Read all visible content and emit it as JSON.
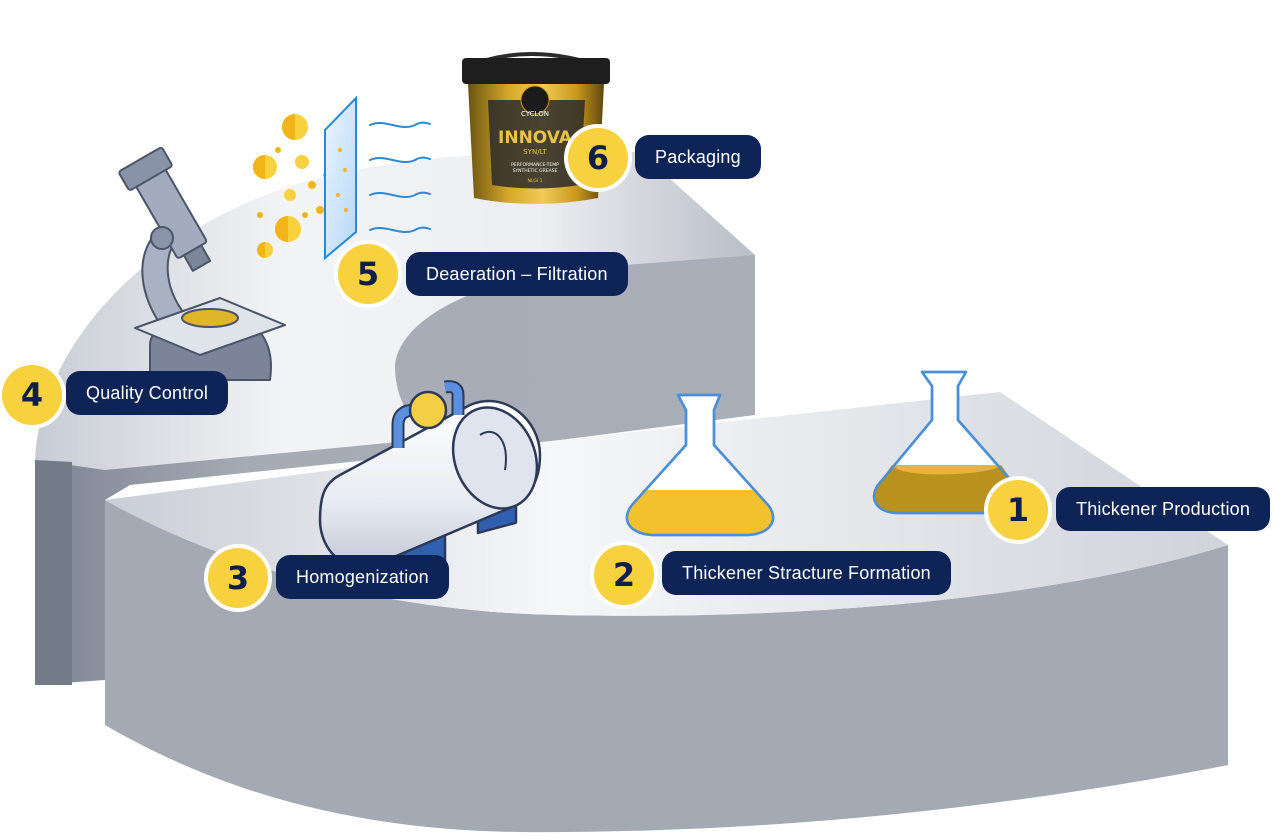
{
  "steps": [
    {
      "number": "1",
      "label": "Thickener Production"
    },
    {
      "number": "2",
      "label": "Thickener Stracture Formation"
    },
    {
      "number": "3",
      "label": "Homogenization"
    },
    {
      "number": "4",
      "label": "Quality Control"
    },
    {
      "number": "5",
      "label": "Deaeration – Filtration"
    },
    {
      "number": "6",
      "label": "Packaging"
    }
  ],
  "product": {
    "brand": "CYCLON",
    "name": "INNOVA",
    "variant": "SYN/LT",
    "description_line1": "PERFORMANCE-TEMP",
    "description_line2": "SYNTHETIC GREASE",
    "grade": "NLGI 1"
  },
  "colors": {
    "badge": "#f7d23e",
    "pill": "#0e2457",
    "grease": "#e9b627",
    "platform_side": "#a4a9b3",
    "platform_top": "#e4e7ec"
  }
}
